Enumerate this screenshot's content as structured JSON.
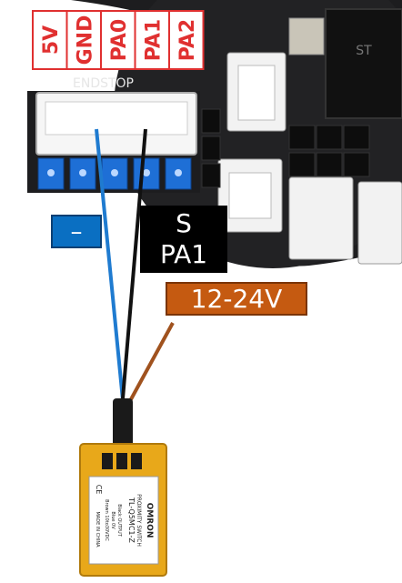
{
  "header_pins": [
    "5V",
    "GND",
    "PA0",
    "PA1",
    "PA2"
  ],
  "endstop_label": "ENDSTOP",
  "wire_labels": {
    "minus": "–",
    "signal_line1": "S",
    "signal_line2": "PA1",
    "power": "12-24V"
  },
  "sensor": {
    "brand": "OMRON",
    "model": "TL-Q5MC1-Z",
    "type": "PROXIMITY SWITCH",
    "spec1": "Brown 10to30VDC",
    "spec2": "Blue 0V",
    "spec3": "Black OUTPUT",
    "origin": "MADE IN CHINA",
    "mark": "CE"
  },
  "colors": {
    "pin_label": "#e03030",
    "wire_blue": "#1f7bd0",
    "wire_black": "#111111",
    "wire_brown": "#a0521e",
    "sensor_body": "#e8a81a",
    "board": "#1d1d1f"
  }
}
